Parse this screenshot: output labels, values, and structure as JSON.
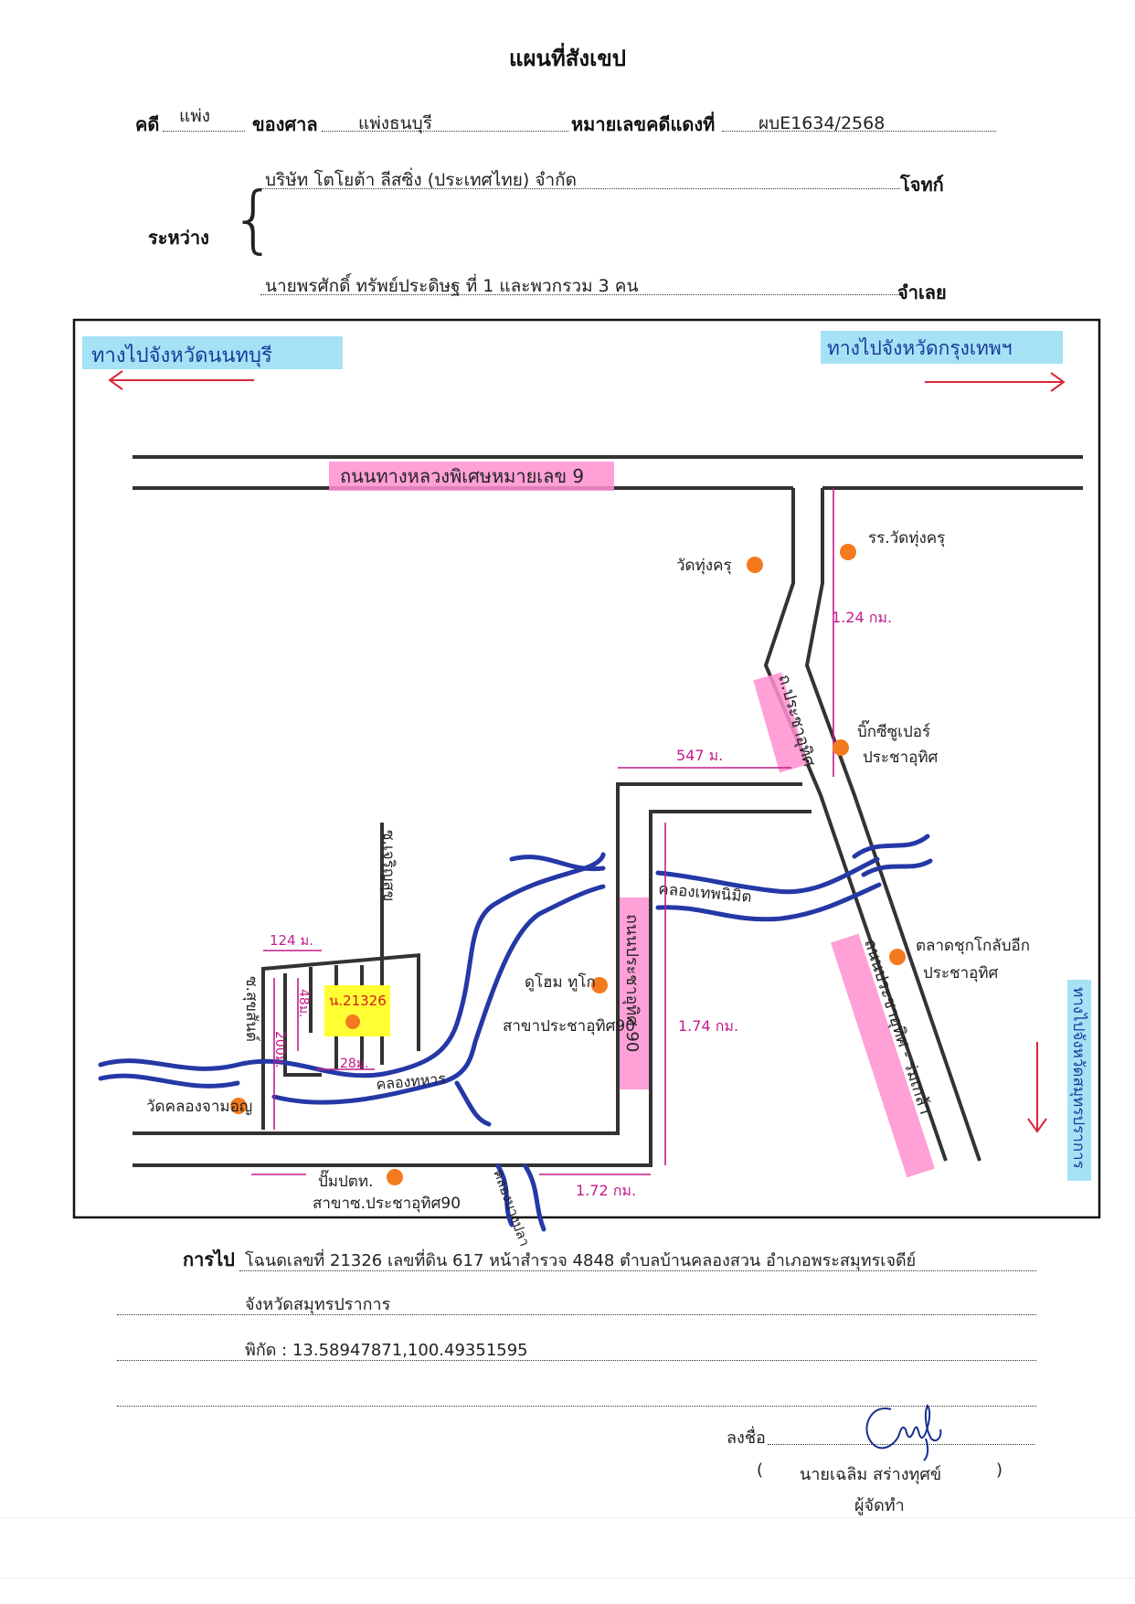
{
  "doc": {
    "title": "แผนที่สังเขป",
    "case_label": "คดี",
    "case_type": "แพ่ง",
    "court_label": "ของศาล",
    "court": "แพ่งธนบุรี",
    "red_no_label": "หมายเลขคดีแดงที่",
    "red_no": "ผบE1634/2568",
    "between_label": "ระหว่าง",
    "plaintiff": "บริษัท โตโยต้า ลีสซิ่ง (ประเทศไทย) จำกัด",
    "plaintiff_role": "โจทก์",
    "defendant": "นายพรศักดิ์ ทรัพย์ประดิษฐ ที่ 1 และพวกรวม 3 คน",
    "defendant_role": "จำเลย"
  },
  "map": {
    "dir_left": "ทางไปจังหวัดนนทบุรี",
    "dir_right": "ทางไปจังหวัดกรุงเทพฯ",
    "dir_down": "ทางไปจังหวัดสมุทรปราการ",
    "highway": "ถนนทางหลวงพิเศษหมายเลข 9",
    "road_prachautit": "ถ.ประชาอุทิศ",
    "road_prachautit_2": "ถนนประชาอุทิศ - ร่มเกล้า",
    "road_prachautit90": "ถนนประชาอุทิศ 90",
    "soi_charoen": "ซ.เจริญสุข",
    "soi_side": "ซ.สุขสันต์",
    "canal_1": "คลองเทพนิมิต",
    "canal_2": "คลองทหาร",
    "canal_3": "คลองบางปลา",
    "dist_124km": "1.24 กม.",
    "dist_547m": "547 ม.",
    "dist_174km": "1.74 กม.",
    "dist_172km": "1.72 กม.",
    "dist_124m": "124 ม.",
    "dist_200m": "200ม.",
    "dist_48m": "48ม.",
    "dist_28m": "28ม.",
    "plot_label": "น.21326",
    "places": {
      "wat_thung_khru": "วัดทุ่งครุ",
      "school_wat": "รร.วัดทุ่งครุ",
      "bigc_1": "บิ๊กซีซูเปอร์",
      "bigc_2": "ประชาอุทิศ",
      "talad_1": "ตลาดชุกโกลับอีก",
      "talad_2": "ประชาอุทิศ",
      "dohome_1": "ดูโฮม ทูโก",
      "dohome_2": "สาขาประชาอุทิศ90",
      "wat_khlong": "วัดคลองจามอญ",
      "ptt_1": "ปั๊มปตท.",
      "ptt_2": "สาขาซ.ประชาอุทิศ90"
    },
    "colors": {
      "road": "#333333",
      "canal": "#2438a6",
      "marker": "#f47a1f",
      "dist": "#c21b8c",
      "highlight": "#ff8fd0",
      "plot": "#ffff33",
      "blue_hl": "#7fd6f2",
      "arrow": "#d8283a"
    }
  },
  "directions": {
    "label": "การไป",
    "line1": "โฉนดเลขที่ 21326  เลขที่ดิน 617 หน้าสำรวจ 4848 ตำบลบ้านคลองสวน อำเภอพระสมุทรเจดีย์",
    "line2": "จังหวัดสมุทรปราการ",
    "line3": "พิกัด : 13.58947871,100.49351595"
  },
  "signature": {
    "sign_label": "ลงชื่อ",
    "open_paren": "(",
    "name": "นายเฉลิม  สร่างทุศข์",
    "close_paren": ")",
    "role": "ผู้จัดทำ"
  }
}
